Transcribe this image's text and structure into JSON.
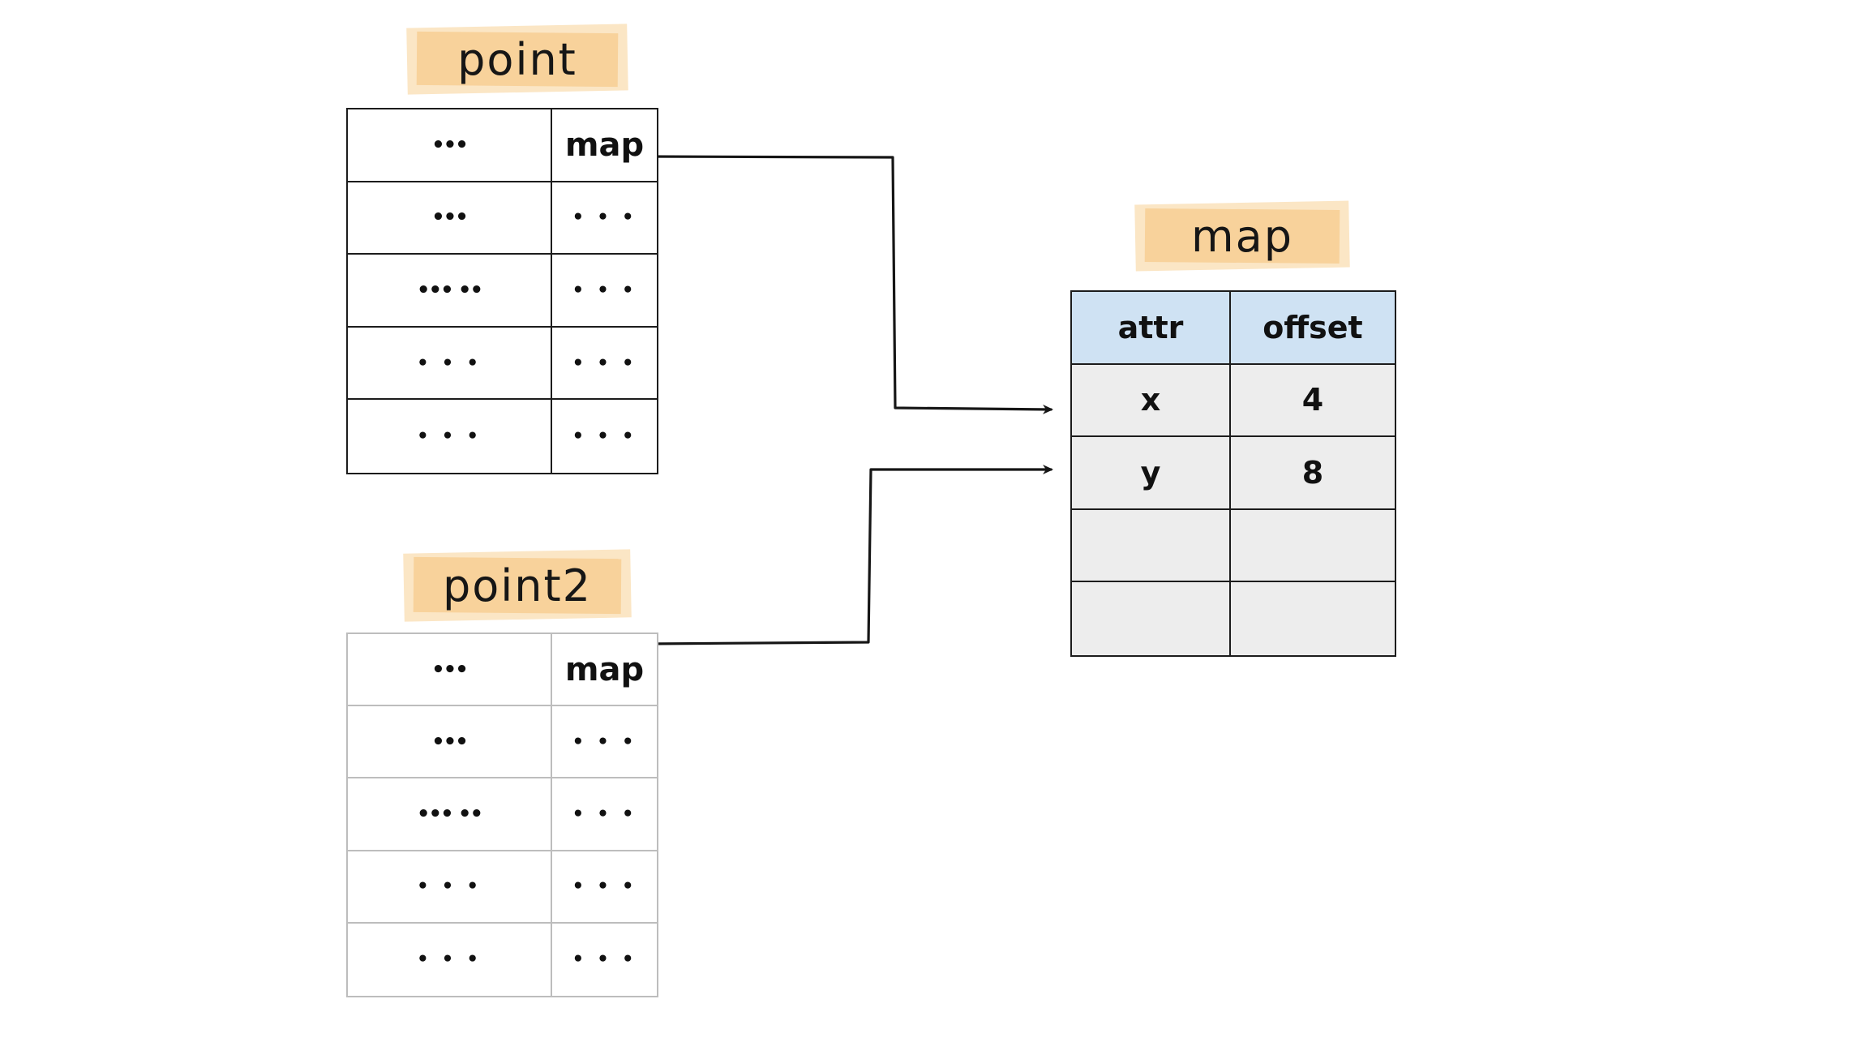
{
  "labels": {
    "point": "point",
    "point2": "point2",
    "map": "map"
  },
  "tables": {
    "point": {
      "rows": [
        [
          "•••",
          "map"
        ],
        [
          "•••",
          "• • •"
        ],
        [
          "••• ••",
          "• • •"
        ],
        [
          "• • •",
          "• • •"
        ],
        [
          "• • •",
          "• • •"
        ]
      ]
    },
    "point2": {
      "rows": [
        [
          "•••",
          "map"
        ],
        [
          "•••",
          "• • •"
        ],
        [
          "••• ••",
          "• • •"
        ],
        [
          "• • •",
          "• • •"
        ],
        [
          "• • •",
          "• • •"
        ]
      ]
    },
    "map": {
      "headers": [
        "attr",
        "offset"
      ],
      "rows": [
        [
          "x",
          "4"
        ],
        [
          "y",
          "8"
        ],
        [
          "",
          ""
        ],
        [
          "",
          ""
        ]
      ]
    }
  },
  "arrows": [
    {
      "name": "point-map-to-map-x",
      "from": "point.map",
      "to": "map.row-x"
    },
    {
      "name": "point2-map-to-map-y",
      "from": "point2.map",
      "to": "map.row-y"
    }
  ],
  "colors": {
    "highlight_orange": "#f8d29b",
    "highlight_orange_light": "#fbe6c5",
    "map_header_blue": "#cfe2f3",
    "map_row_gray": "#ededed",
    "border_dark": "#1c1c1c",
    "border_light": "#bdbdbd"
  }
}
